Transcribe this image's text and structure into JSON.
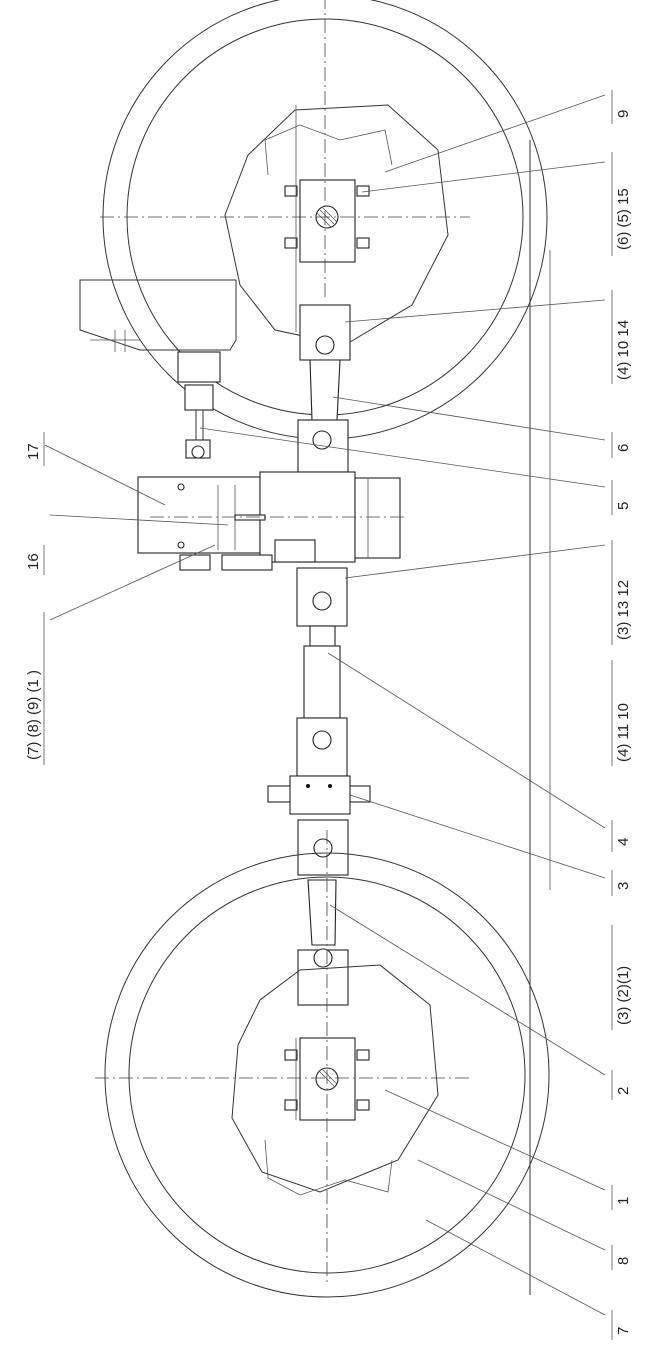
{
  "labels": {
    "p9": "9",
    "p6_5_15": "(6) (5) 15",
    "p4_10_14": "(4) 10 14",
    "p6": "6",
    "p5": "5",
    "p3_13_12": "(3) 13 12",
    "p4_11_10": "(4) 11 10",
    "p4": "4",
    "p3": "3",
    "p3_2_1": "(3) (2)(1)",
    "p2": "2",
    "p1": "1",
    "p8": "8",
    "p7": "7",
    "p17": "17",
    "p16": "16",
    "p7_8_9_1": "(7) (8) (9) (1 )"
  }
}
